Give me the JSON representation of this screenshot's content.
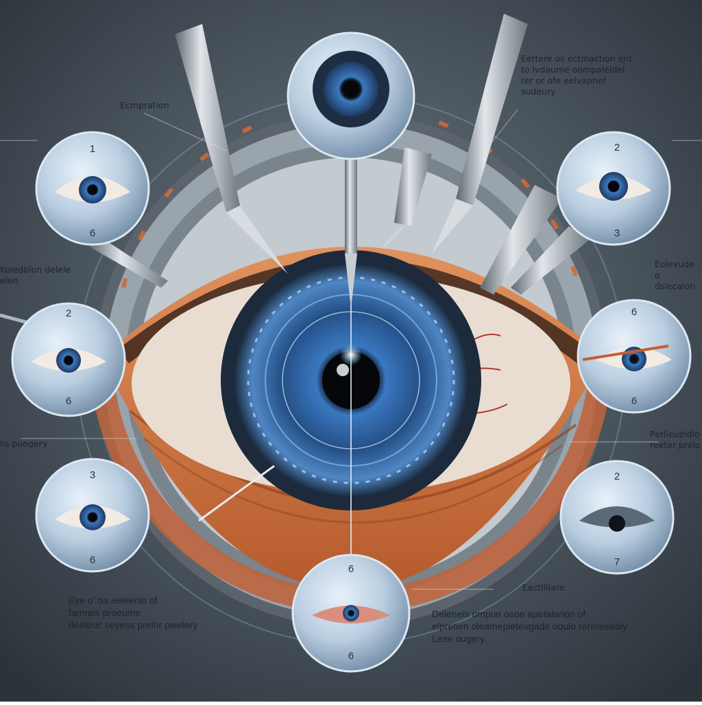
{
  "annotations": {
    "top_left": "Ecmpration",
    "top_right": "Eettere os ectmaction ent\nto lvdaume oompaleldel\nrer or ofe eelvapnef\nsudeury",
    "left_upper": "Koledblon delele\nelen",
    "left_middle": "lis puogery",
    "right_upper": "Eolevude o\ndslecalon",
    "right_middle": "Perlieueldlo\nreeter prelo",
    "bottom_left": "Eye o' oa eeleenis of\nfamreis proeume\ndeeleuc ceyess preihr pwelery",
    "bottom_center_small": "Eectliliare",
    "bottom_center": "Deleneis ompun osoe apetalarion of\nelpretien oleamepletevgade ooulo rerereeebly\nLese ougery."
  },
  "panels": [
    {
      "id": "top",
      "top_num": "",
      "bottom_num": ""
    },
    {
      "id": "left-1",
      "top_num": "1",
      "bottom_num": "6"
    },
    {
      "id": "left-2",
      "top_num": "2",
      "bottom_num": "6"
    },
    {
      "id": "left-3",
      "top_num": "3",
      "bottom_num": "6"
    },
    {
      "id": "bottom",
      "top_num": "6",
      "bottom_num": "6"
    },
    {
      "id": "right-1",
      "top_num": "2",
      "bottom_num": "3"
    },
    {
      "id": "right-2",
      "top_num": "6",
      "bottom_num": "6"
    },
    {
      "id": "right-3",
      "top_num": "2",
      "bottom_num": "7"
    }
  ],
  "colors": {
    "background": "#39434c",
    "iris": "#2f6fb8",
    "lid_skin": "#c9683a",
    "metal": "#9aa4ad",
    "glow": "#cfe9ff"
  }
}
